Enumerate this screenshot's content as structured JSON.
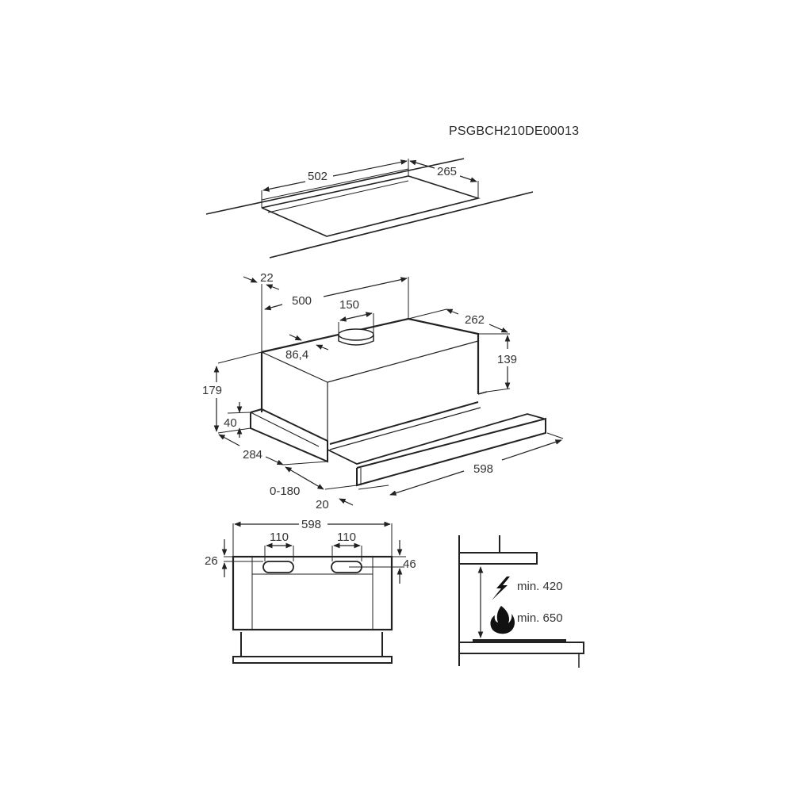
{
  "model_code": "PSGBCH210DE00013",
  "cutout": {
    "width": "502",
    "depth": "265"
  },
  "hood_3d": {
    "offset_back": "22",
    "width_body": "500",
    "outlet_diameter": "150",
    "outlet_offset": "86,4",
    "depth_body": "262",
    "height_body": "139",
    "total_height": "179",
    "panel_height": "40",
    "depth_total": "284",
    "drawer_travel": "0-180",
    "front_offset": "20",
    "total_width": "598"
  },
  "front_view": {
    "total_width": "598",
    "slot_left_width": "110",
    "slot_right_width": "110",
    "slot_top": "26",
    "slot_height": "46"
  },
  "clearance": {
    "electric_label": "min. 420",
    "gas_label": "min. 650",
    "icons": [
      "lightning-icon",
      "flame-icon"
    ]
  },
  "colors": {
    "line": "#2a2a2a",
    "text": "#333333",
    "background": "#ffffff"
  }
}
